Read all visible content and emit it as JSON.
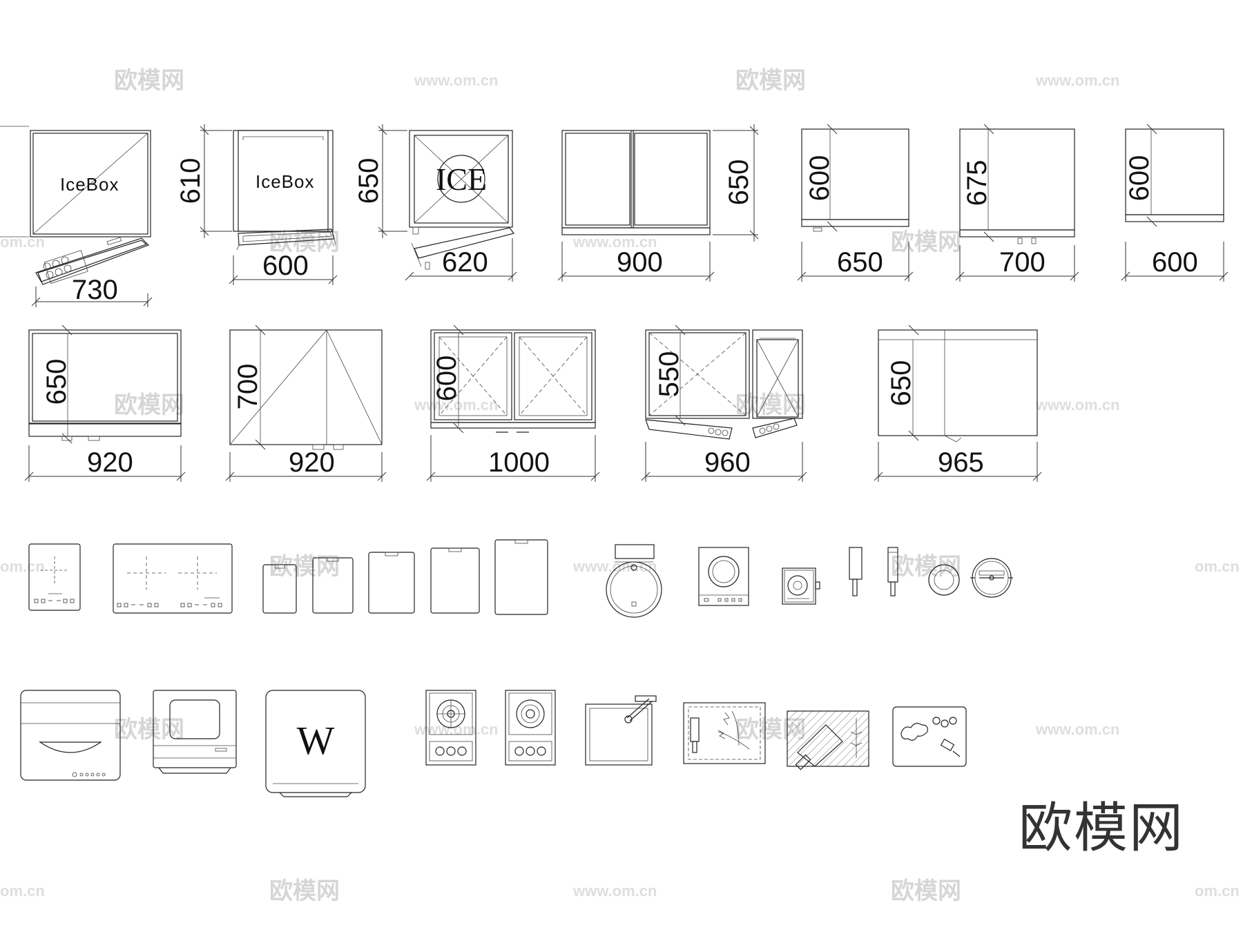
{
  "dimensions": {
    "row1": [
      {
        "width": "730",
        "depth": "",
        "label": "IceBox"
      },
      {
        "width": "600",
        "depth": "610",
        "label": "IceBox"
      },
      {
        "width": "620",
        "depth": "650",
        "label": "ICE"
      },
      {
        "width": "900",
        "depth": "650",
        "label": ""
      },
      {
        "width": "650",
        "depth": "600",
        "label": ""
      },
      {
        "width": "700",
        "depth": "675",
        "label": ""
      },
      {
        "width": "600",
        "depth": "600",
        "label": ""
      }
    ],
    "row2": [
      {
        "width": "920",
        "depth": "650"
      },
      {
        "width": "920",
        "depth": "700"
      },
      {
        "width": "1000",
        "depth": "600"
      },
      {
        "width": "960",
        "depth": "550"
      },
      {
        "width": "965",
        "depth": "650"
      }
    ]
  },
  "appliance_symbols": {
    "washer_label": "W"
  },
  "watermark": {
    "brand": "欧模网",
    "url": "www.om.cn",
    "url_short": "om.cn"
  },
  "colors": {
    "line": "#222222",
    "watermark": "#d6d6d6",
    "background": "#ffffff"
  }
}
